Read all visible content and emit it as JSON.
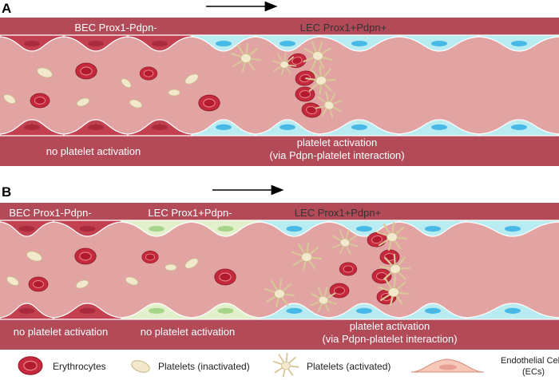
{
  "panelA": {
    "letter": "A",
    "cell_labels": [
      "BEC Prox1-Pdpn-",
      "LEC Prox1+Pdpn+"
    ],
    "activation_labels": {
      "none": "no platelet activation",
      "active_line1": "platelet activation",
      "active_line2": "(via Pdpn-platelet interaction)"
    }
  },
  "panelB": {
    "letter": "B",
    "cell_labels": [
      "BEC Prox1-Pdpn-",
      "LEC Prox1+Pdpn-",
      "LEC Prox1+Pdpn+"
    ],
    "activation_labels": {
      "none_1": "no platelet activation",
      "none_2": "no platelet activation",
      "active_line1": "platelet activation",
      "active_line2": "(via Pdpn-platelet interaction)"
    }
  },
  "legend": {
    "erythrocytes": "Erythrocytes",
    "platelets_inactivated": "Platelets (inactivated)",
    "platelets_activated": "Platelets (activated)",
    "endothelial_line1": "Endothelial Cells",
    "endothelial_line2": "(ECs)"
  },
  "colors": {
    "bec_cell": "#c2404f",
    "bec_nucleus": "#a82a3c",
    "lec_pos_cell": "#b8ecf0",
    "lec_pos_nucleus": "#48b8e6",
    "lec_neg_cell": "#e2f0cc",
    "lec_neg_nucleus": "#a6d488",
    "lumen": "#e1a4a3",
    "band": "#b24a58",
    "erythrocyte": "#c42a3c",
    "platelet": "#f2e9cc"
  },
  "icons": [
    "direction-arrow",
    "erythrocyte-icon",
    "platelet-inactive-icon",
    "platelet-activated-icon",
    "endothelial-cell-icon"
  ]
}
